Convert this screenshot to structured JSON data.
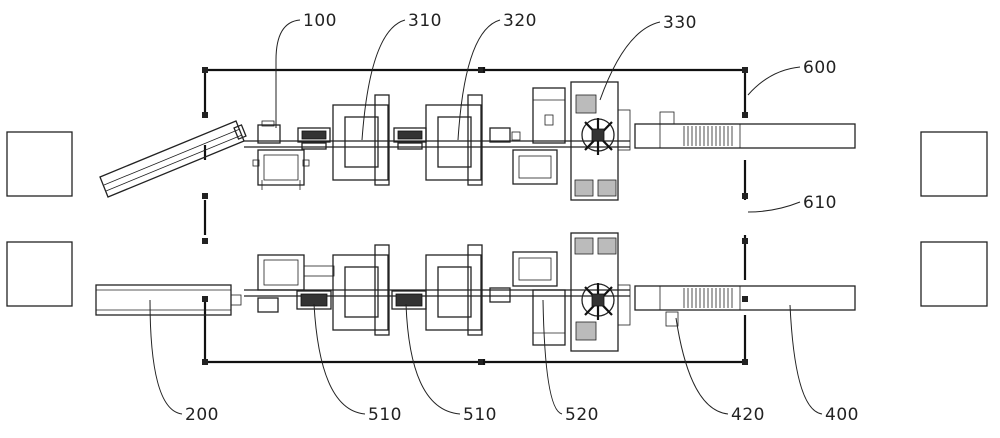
{
  "labels": {
    "l100": "100",
    "l310": "310",
    "l320": "320",
    "l330": "330",
    "l600": "600",
    "l610": "610",
    "l200": "200",
    "l510a": "510",
    "l510b": "510",
    "l520": "520",
    "l420": "420",
    "l400": "400"
  }
}
